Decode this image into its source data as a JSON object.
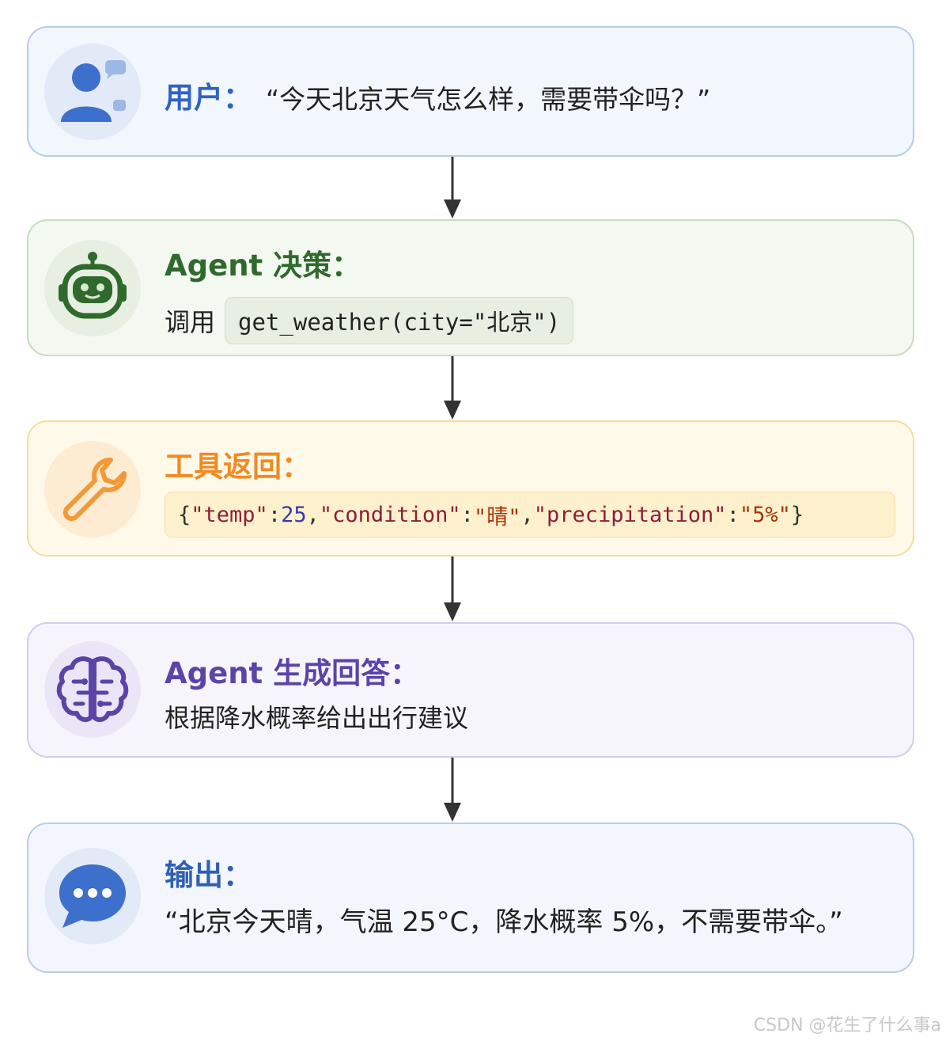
{
  "steps": {
    "user": {
      "icon": "user-chat-icon",
      "title": "用户：",
      "text": "“今天北京天气怎么样，需要带伞吗？”"
    },
    "agent_decision": {
      "icon": "robot-icon",
      "title": "Agent 决策：",
      "prefix": "调用",
      "code": "get_weather(city=\"北京\")"
    },
    "tool_return": {
      "icon": "wrench-icon",
      "title": "工具返回：",
      "json": {
        "open": "{",
        "k1": "\"temp\"",
        "c1": ": ",
        "v1": "25",
        "sep1": ", ",
        "k2": "\"condition\"",
        "c2": ": ",
        "v2": "\"晴\"",
        "sep2": ", ",
        "k3": "\"precipitation\"",
        "c3": ": ",
        "v3": "\"5%\"",
        "close": "}"
      }
    },
    "agent_generate": {
      "icon": "brain-icon",
      "title": "Agent 生成回答：",
      "text": "根据降水概率给出出行建议"
    },
    "output": {
      "icon": "chat-bubble-icon",
      "title": "输出：",
      "text": "“北京今天晴，气温 25°C，降水概率 5%，不需要带伞。”"
    }
  },
  "colors": {
    "user": "#2f63c2",
    "agent": "#2f6a2c",
    "tool": "#f08a22",
    "generate": "#5b44a8",
    "output": "#2f5fb5"
  },
  "watermark": "CSDN @花生了什么事a"
}
